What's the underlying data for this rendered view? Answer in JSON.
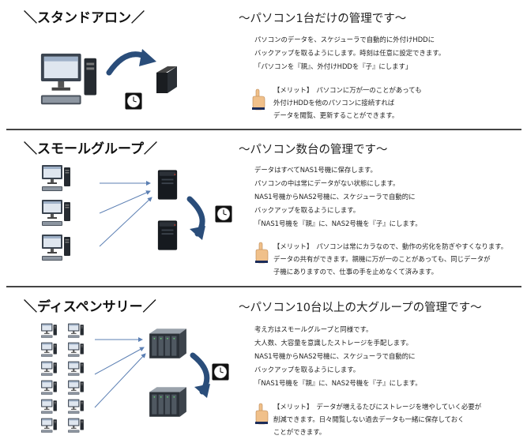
{
  "sections": [
    {
      "heading": "＼スタンドアロン／",
      "subheading": "～パソコン1台だけの管理です～",
      "description": [
        "パソコンのデータを、スケジューラで自動的に外付けHDDに",
        "バックアップを取るようにします。時刻は任意に設定できます。",
        "「パソコンを『親』、外付けHDDを『子』にします」"
      ],
      "merit": [
        "【メリット】　パソコンに万が一のことがあっても",
        "外付けHDDを他のパソコンに接続すれば",
        "データを閲覧、更新することができます。"
      ]
    },
    {
      "heading": "＼スモールグループ／",
      "subheading": "～パソコン数台の管理です～",
      "description": [
        "データはすべてNAS1号機に保存します。",
        "パソコンの中は常にデータがない状態にします。",
        "NAS1号機からNAS2号機に、スケジューラで自動的に",
        "バックアップを取るようにします。",
        "「NAS1号機を『親』に、NAS2号機を『子』にします。"
      ],
      "merit": [
        "【メリット】　パソコンは常にカラなので、動作の劣化を防ぎやすくなります。",
        "データの共有ができます。親機に万が一のことがあっても、同じデータが",
        "子機にありますので、仕事の手を止めなくて済みます。"
      ]
    },
    {
      "heading": "＼ディスペンサリー／",
      "subheading": "～パソコン10台以上の大グループの管理です～",
      "description": [
        "考え方はスモールグループと同様です。",
        "大人数、大容量を意識したストレージを手配します。",
        "NAS1号機からNAS2号機に、スケジューラで自動的に",
        "バックアップを取るようにします。",
        "「NAS1号機を『親』に、NAS2号機を『子』にします。"
      ],
      "merit": [
        "【メリット】　データが増えるたびにストレージを増やしていく必要が",
        "削減できます。日々閲覧しない過去データも一緒に保存しておく",
        "ことができます。"
      ]
    }
  ],
  "icons": [
    "desktop-computer-icon",
    "external-hdd-icon",
    "nas-icon",
    "clock-icon",
    "pointing-hand-icon",
    "curved-arrow-icon"
  ],
  "colors": {
    "arrow": "#2a4d7a",
    "line_arrow": "#5b7fb3",
    "divider": "#444444",
    "hand": "#f0c08a"
  }
}
